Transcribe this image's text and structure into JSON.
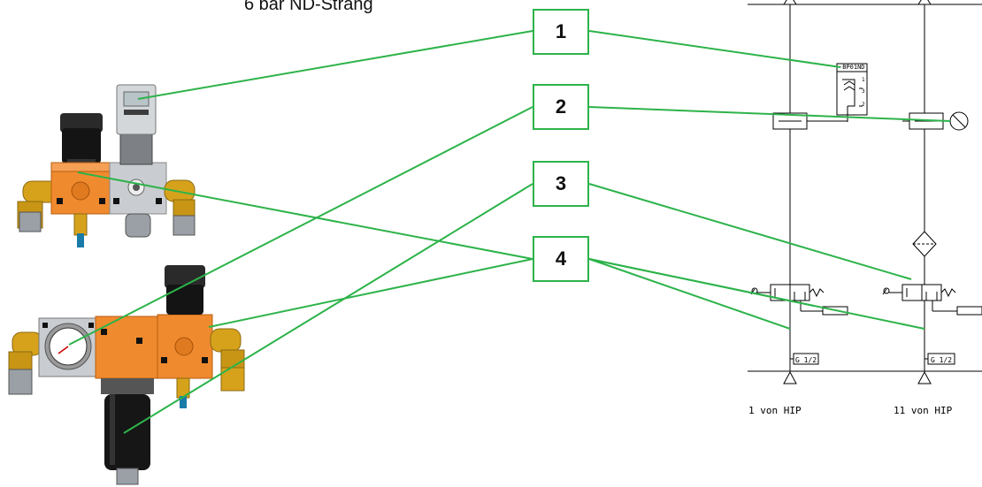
{
  "header": {
    "title": "6 bar ND-Strang"
  },
  "callouts": [
    "1",
    "2",
    "3",
    "4"
  ],
  "schematic": {
    "sensor_tag": "-BP01ND",
    "sensor_ports": [
      "1",
      "3",
      "2"
    ],
    "port_size_left": "G 1/2",
    "port_size_right": "G 1/2",
    "source_left": "1 von HIP",
    "source_right": "11 von HIP"
  },
  "colors": {
    "leader": "#2db34a",
    "valve_body": "#f08a2e",
    "brass": "#d7a21b",
    "steel": "#c9cdd1",
    "black_part": "#1c1c1c",
    "schematic_line": "#000000"
  }
}
